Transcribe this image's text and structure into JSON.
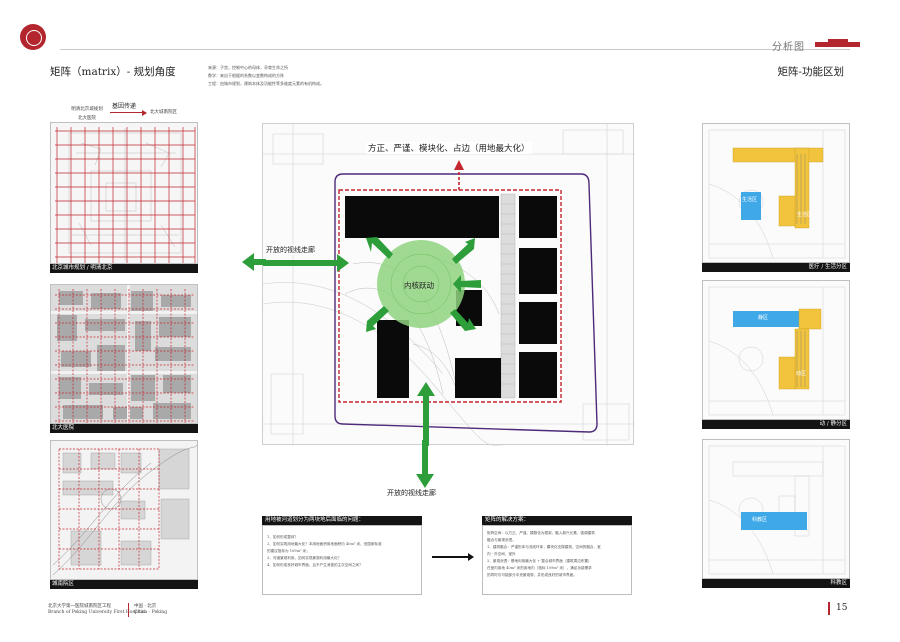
{
  "header": {
    "section_label": "分析图",
    "title_left": "矩阵（matrix）- 规划角度",
    "title_right": "矩阵-功能区划",
    "notes": [
      "来源：子宫，控制中心的母体，孕育生命之所",
      "数学：来自于根据的系数以变数构成的方阵",
      "工程：由城市规划，建筑本体及功能性等多维度元素的有机构成。"
    ]
  },
  "legend": {
    "left_lines": [
      "明清北京城规划",
      "北大医院"
    ],
    "middle": "基因传递",
    "right": "北大城南院区"
  },
  "left_panels": [
    {
      "caption": "北京城市规划 / 明清北京"
    },
    {
      "caption": "北大医院"
    },
    {
      "caption": "城南院区"
    }
  ],
  "center_plan": {
    "top_annotation": "方正、严谨、模块化、占边（用地最大化）",
    "left_annotation": "开放的视线走廊",
    "bottom_annotation": "开放的视线走廊",
    "core_label": "内核跃动"
  },
  "right_panels": [
    {
      "caption": "医疗 / 生活分区",
      "zone_labels": [
        "生活区",
        "生活区"
      ]
    },
    {
      "caption": "动 / 静分区",
      "zone_labels": [
        "静区",
        "动区"
      ]
    },
    {
      "caption": "科教区",
      "zone_labels": [
        "科教区"
      ]
    }
  ],
  "problems": {
    "title": "用地被河道划分为两块地后面临的问题：",
    "items": [
      "1、如何形成整体？",
      "2、如何实现用地最大化？本用地面积用地面积约 40m² 米，但国家标准",
      "   的建议指标为 109m² 米；",
      "3、河道景观利用，如何实现景观利用最大化？",
      "4、如何形成良好城市界面，且不产生消极的主次空间之间？"
    ]
  },
  "solution": {
    "title": "矩阵的解决方案：",
    "items": [
      "矩阵空间：以方正、严谨、模数化为框架，融入新兴元素，强调建筑",
      "融合与景观渗透。",
      "1、建筑融合：严谨形体与流线环体，模块化支撑建筑，空间的融合，室",
      "   内 - 外空间，室外",
      "2、景观渗透：基地利用最大化 + 整合城市界面（建筑周边布置）",
      "   在室内用地 40m² 米的用地内（指标 109m² 米），满足功能需求",
      "   的同时引可能部分中央景观带，并形成良好的城市界面。"
    ]
  },
  "footer": {
    "left_lines": [
      "北京大学第一医院城南院区工程",
      "Branch of Peking University First Hospital"
    ],
    "middle_lines": [
      "中国 · 北京",
      "China · Peking"
    ],
    "page": "15"
  },
  "colors": {
    "brand_red": "#b3262e",
    "arrow_green": "#2e9e3a",
    "core_green": "#8fd27f",
    "zone_yellow": "#f2c43e",
    "zone_blue": "#3fa9e8"
  }
}
